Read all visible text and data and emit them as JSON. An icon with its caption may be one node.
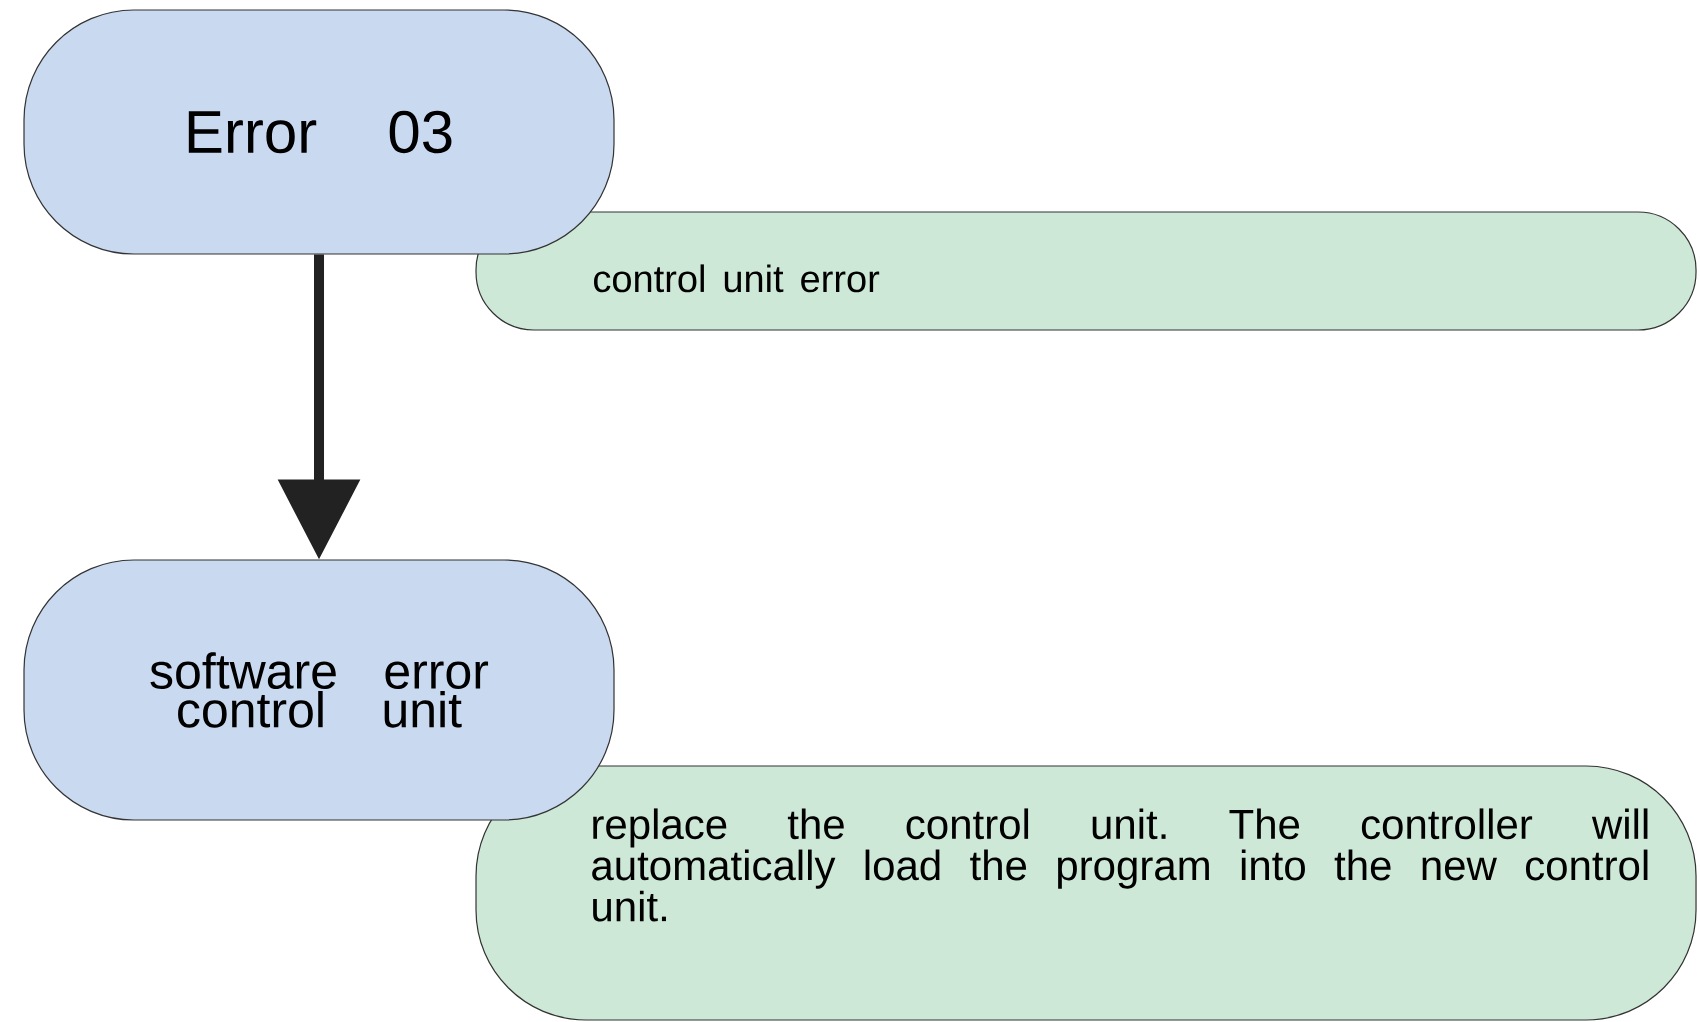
{
  "diagram": {
    "nodes": [
      {
        "text": [
          "Error 03"
        ]
      },
      {
        "text": [
          "control unit error"
        ]
      },
      {
        "text": [
          "software error control unit"
        ]
      },
      {
        "text": [
          "replace the control unit. The controller will automatically load the program into the new control unit."
        ]
      }
    ],
    "edges": [
      {
        "from": 0,
        "to": 2,
        "arrow": "to"
      }
    ]
  }
}
